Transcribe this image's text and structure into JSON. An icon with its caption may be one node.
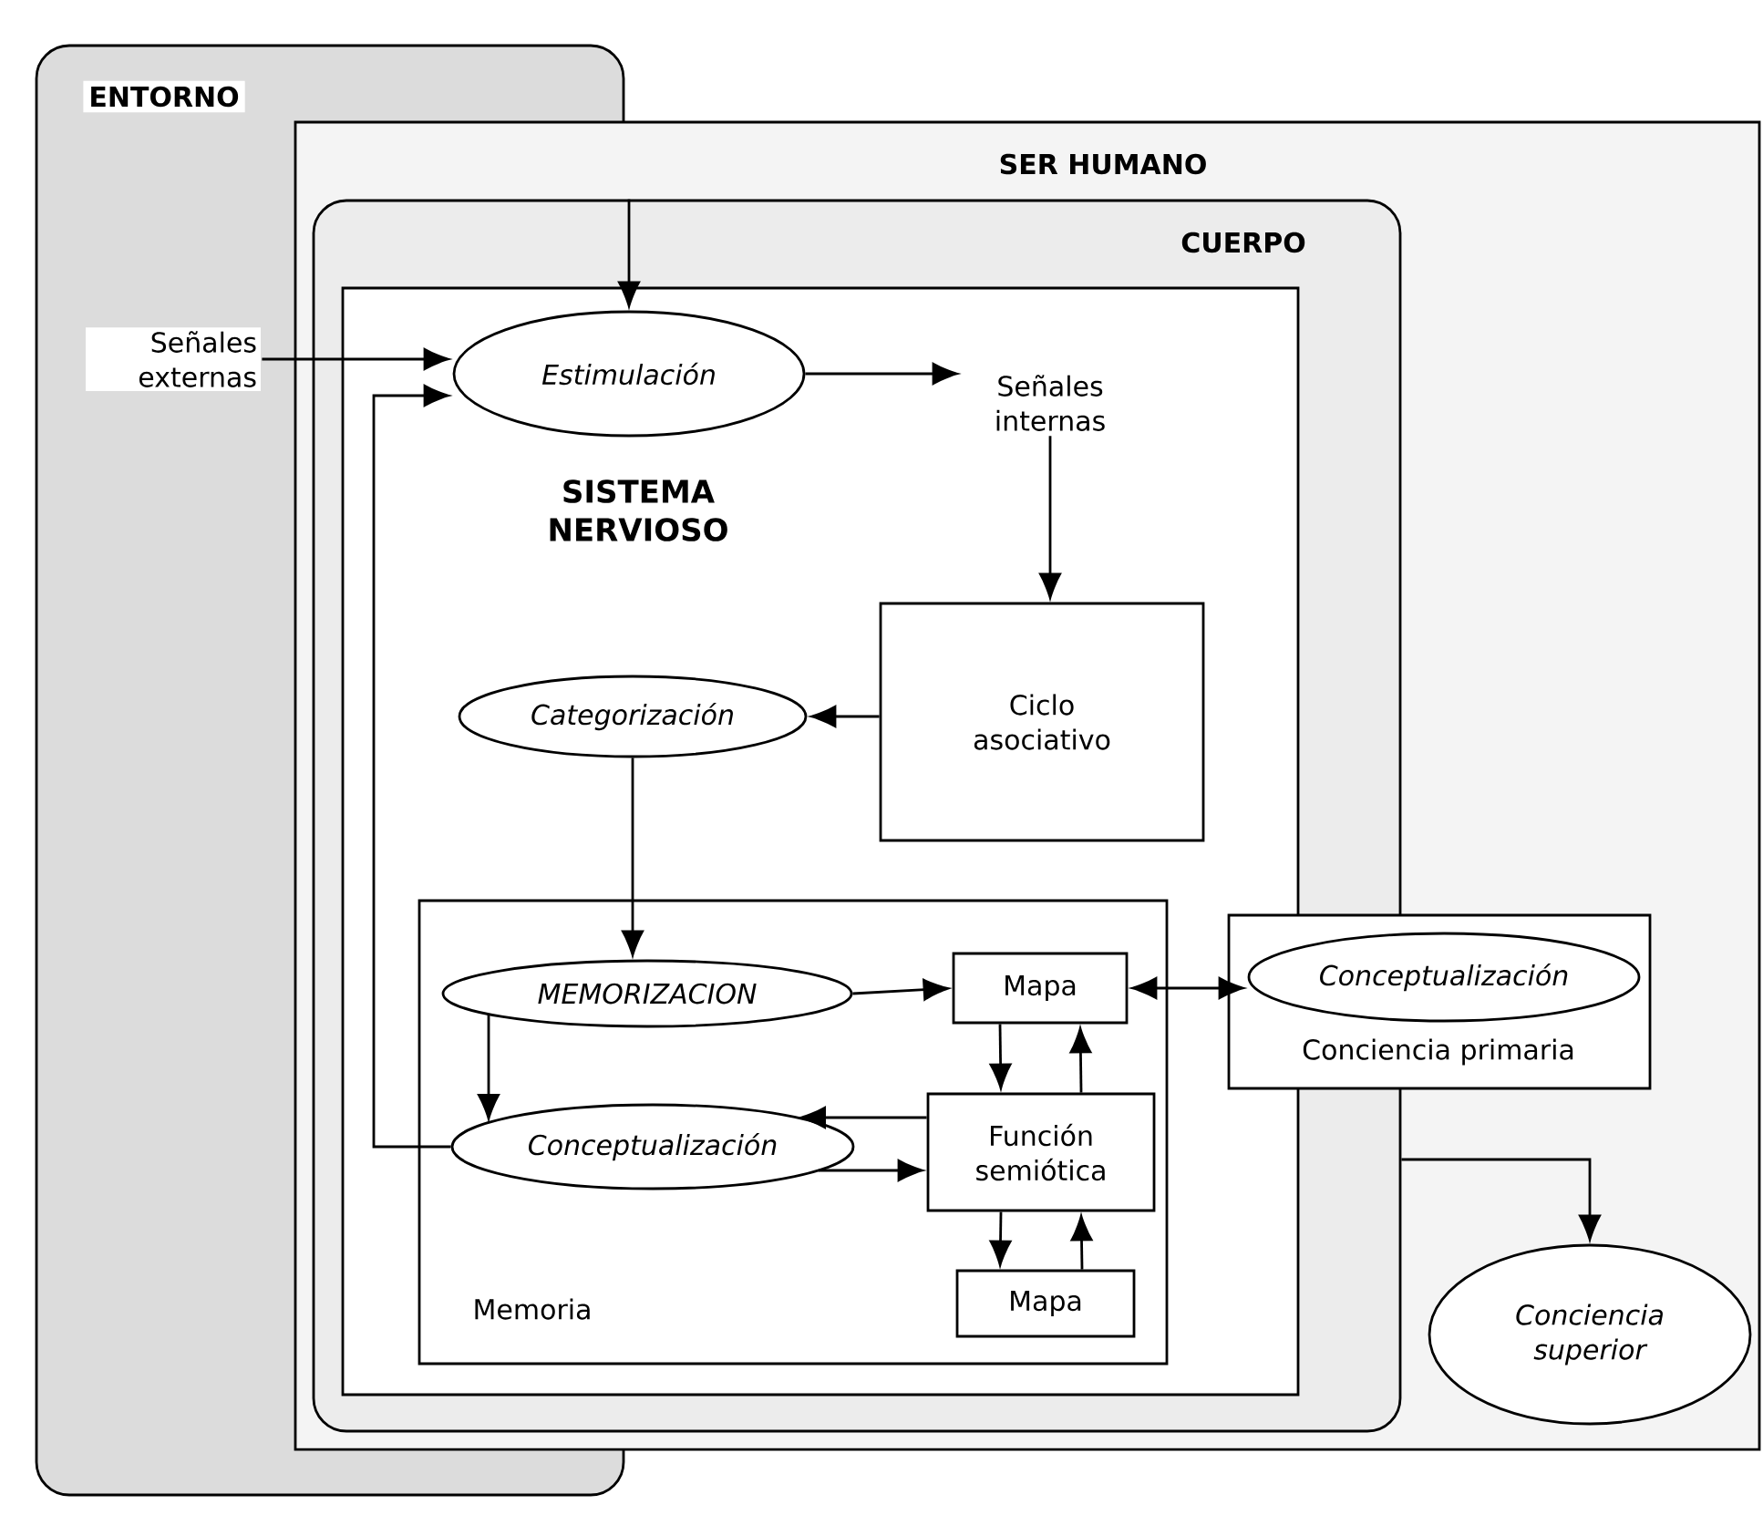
{
  "diagram": {
    "nodes": [
      {
        "text": [
          "ENTORNO"
        ]
      },
      {
        "text": [
          "SER HUMANO"
        ]
      },
      {
        "text": [
          "CUERPO"
        ],
        "in": 1
      },
      {
        "text": [
          "SISTEMA NERVIOSO"
        ],
        "in": 2
      },
      {
        "text": [
          "Señales externas"
        ],
        "in": 0
      },
      {
        "text": [
          "Estimulación"
        ],
        "in": 3
      },
      {
        "text": [
          "Señales internas"
        ],
        "in": 3
      },
      {
        "text": [
          "Ciclo asociativo"
        ],
        "in": 3
      },
      {
        "text": [
          "Categorización"
        ],
        "in": 3
      },
      {
        "text": [
          "Memoria"
        ],
        "in": 3
      },
      {
        "text": [
          "MEMORIZACION"
        ],
        "in": 9
      },
      {
        "text": [
          "Mapa"
        ],
        "in": 9
      },
      {
        "text": [
          "Conceptualización"
        ],
        "in": 9
      },
      {
        "text": [
          "Función semiótica"
        ],
        "in": 9
      },
      {
        "text": [
          "Mapa"
        ],
        "in": 9
      },
      {
        "text": [
          "Conciencia primaria"
        ],
        "in": 1
      },
      {
        "text": [
          "Conceptualización"
        ],
        "in": 15
      },
      {
        "text": [
          "Conciencia superior"
        ],
        "in": 1
      }
    ],
    "edges": [
      {
        "from": 2,
        "to": 5,
        "arrow": "to"
      },
      {
        "from": 4,
        "to": 5,
        "arrow": "to"
      },
      {
        "from": 12,
        "to": 5,
        "arrow": "to"
      },
      {
        "from": 5,
        "to": 6,
        "arrow": "to"
      },
      {
        "from": 6,
        "to": 7,
        "arrow": "to"
      },
      {
        "from": 7,
        "to": 8,
        "arrow": "to"
      },
      {
        "from": 8,
        "to": 10,
        "arrow": "to"
      },
      {
        "from": 10,
        "to": 11,
        "arrow": "to"
      },
      {
        "from": 10,
        "to": 12,
        "arrow": "to"
      },
      {
        "from": 12,
        "to": 13,
        "arrow": "to"
      },
      {
        "from": 13,
        "to": 12,
        "arrow": "to"
      },
      {
        "from": 11,
        "to": 13,
        "arrow": "to"
      },
      {
        "from": 13,
        "to": 11,
        "arrow": "to"
      },
      {
        "from": 13,
        "to": 14,
        "arrow": "to"
      },
      {
        "from": 14,
        "to": 13,
        "arrow": "to"
      },
      {
        "from": 11,
        "to": 16,
        "arrow": "both"
      },
      {
        "from": 2,
        "to": 17,
        "arrow": "to"
      }
    ]
  }
}
